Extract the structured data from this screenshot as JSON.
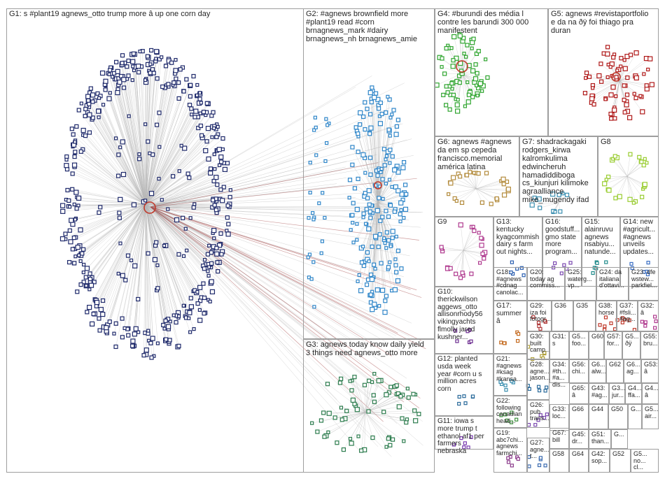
{
  "graph_title": "",
  "colors": {
    "G1": "#1f2a6b",
    "G2": "#2f86c9",
    "G3": "#2e7d4f",
    "G4": "#2fa52f",
    "G5": "#b01a1a",
    "G6": "#b38b3c",
    "G7": "#3b8fb0",
    "G8": "#9acd32",
    "G9": "#b03a8f",
    "red_edge": "#c0392b",
    "edge": "#b8b8b8",
    "border": "#9e9e9e"
  },
  "groups": [
    {
      "id": "G1",
      "label": "G1: s #plant19 agnews_otto trump more â up one corn day"
    },
    {
      "id": "G2",
      "label": "G2: #agnews brownfield more\n#plant19 read #corn\nbrnagnews_mark #dairy\nbrnagnews_nh brnagnews_amie"
    },
    {
      "id": "G3",
      "label": "G3: agnews today know daily yield\n3 things need agnews_otto more"
    },
    {
      "id": "G4",
      "label": "G4: #burundi des média l\ncontre les barundi 300 000\nmanifestent"
    },
    {
      "id": "G5",
      "label": "G5: agnews #revistaportfolio\ne da na ðÿ foi thiago pra\nduran"
    },
    {
      "id": "G6",
      "label": "G6: agnews #agnews\nda em sp cepeda\nfrancisco.memorial\namérica latina"
    },
    {
      "id": "G7",
      "label": "G7: shadrackagaki\nrodgers_kirwa\nkalromkulima\nedwincheruh\nhamadiddiboga\ncs_kiunjuri kilimoke\nagraalliance\nmike_mugendy ifad"
    },
    {
      "id": "G8",
      "label": "G8"
    },
    {
      "id": "G9",
      "label": "G9"
    },
    {
      "id": "G13",
      "label": "G13:\nkentucky\nkyagcommish\ndairy s farm\nout nights..."
    },
    {
      "id": "G16",
      "label": "G16:\ngoodstuff...\ngmo state\nmore\nprogram..."
    },
    {
      "id": "G15",
      "label": "G15:\nalainruvu\nagnews\nnsabiyu...\nnatunde..."
    },
    {
      "id": "G14",
      "label": "G14: new\n#agricult...\n#agnews\nunveils\nupdates..."
    },
    {
      "id": "G18",
      "label": "G18:\n#agnews\n#cdnag\ncanolac..."
    },
    {
      "id": "G20",
      "label": "G20:\ntoday ag\ncommiss..."
    },
    {
      "id": "G25",
      "label": "G25:\nwaterg...\nvp..."
    },
    {
      "id": "G24",
      "label": "G24: da\nitaliana\nd'ottavi..."
    },
    {
      "id": "G23",
      "label": "G23: dfe\nwstew...\nparkfiel..."
    },
    {
      "id": "G10",
      "label": "G10:\ntherickwilson\naggews_otto\nallisonrhody56\nvikingyachts\nflmolly jared\nkushner..."
    },
    {
      "id": "G29",
      "label": "G29:\niza foi\nfotogr..."
    },
    {
      "id": "G36",
      "label": "G36"
    },
    {
      "id": "G35",
      "label": "G35"
    },
    {
      "id": "G38",
      "label": "G38:\nhorse"
    },
    {
      "id": "G37",
      "label": "G37:\n#fsli...\n#ag..."
    },
    {
      "id": "G32",
      "label": "G32:\nâ"
    },
    {
      "id": "G17",
      "label": "G17:\nsummer\nâ"
    },
    {
      "id": "G30",
      "label": "G30:\nbuilt\ncamp..."
    },
    {
      "id": "G31",
      "label": "G31:\ns"
    },
    {
      "id": "G5x",
      "label": "G5...\nfoo..."
    },
    {
      "id": "G60",
      "label": "G60"
    },
    {
      "id": "G57",
      "label": "G57:\nfor..."
    },
    {
      "id": "G5y",
      "label": "G5...\nðÿ"
    },
    {
      "id": "G55",
      "label": "G55:\nbru..."
    },
    {
      "id": "G12",
      "label": "G12: planted\nusda week\nyear #corn u s\nmillion acres\ncorn"
    },
    {
      "id": "G21",
      "label": "G21:\n#agnews\n#ksag\n#kansa..."
    },
    {
      "id": "G28",
      "label": "G28:\nagne...\njason..."
    },
    {
      "id": "G34",
      "label": "G34:\n#th...\n#a...\ndis..."
    },
    {
      "id": "G56",
      "label": "G56:\nchi..."
    },
    {
      "id": "G6x",
      "label": "G6...\nalw..."
    },
    {
      "id": "G62",
      "label": "G62"
    },
    {
      "id": "G6y",
      "label": "G6...\nag..."
    },
    {
      "id": "G53",
      "label": "G53:\nâ"
    },
    {
      "id": "G65",
      "label": "G65:\nâ"
    },
    {
      "id": "G43",
      "label": "G43:\n#ag..."
    },
    {
      "id": "G3x",
      "label": "G3...\njur..."
    },
    {
      "id": "G4x",
      "label": "G4...\nffa..."
    },
    {
      "id": "G4y",
      "label": "G4...\nâ"
    },
    {
      "id": "G22",
      "label": "G22:\nfollowing\ncanadian\nhead..."
    },
    {
      "id": "G26",
      "label": "G26:\npub\ntrans..."
    },
    {
      "id": "G33",
      "label": "G33:\nloc..."
    },
    {
      "id": "G66",
      "label": "G66"
    },
    {
      "id": "G44",
      "label": "G44"
    },
    {
      "id": "G50",
      "label": "G50"
    },
    {
      "id": "G5z",
      "label": "G..."
    },
    {
      "id": "G54",
      "label": "G5...\nair..."
    },
    {
      "id": "G11",
      "label": "G11: iowa s\nmore trump t\nethanol af1 per\nfarmers\nnebraska"
    },
    {
      "id": "G67",
      "label": "G67:\nbill"
    },
    {
      "id": "G45",
      "label": "G45:\ndr..."
    },
    {
      "id": "G51",
      "label": "G51:\nthan..."
    },
    {
      "id": "G4z",
      "label": "G..."
    },
    {
      "id": "G19",
      "label": "G19:\nabc7chi...\nagnews\nfarmchi..."
    },
    {
      "id": "G27",
      "label": "G27:\nagne...\nt..."
    },
    {
      "id": "G58",
      "label": "G58"
    },
    {
      "id": "G64",
      "label": "G64"
    },
    {
      "id": "G42",
      "label": "G42:\nsop..."
    },
    {
      "id": "G52",
      "label": "G52"
    },
    {
      "id": "G5w",
      "label": "G5...\nno...\ncl..."
    }
  ]
}
